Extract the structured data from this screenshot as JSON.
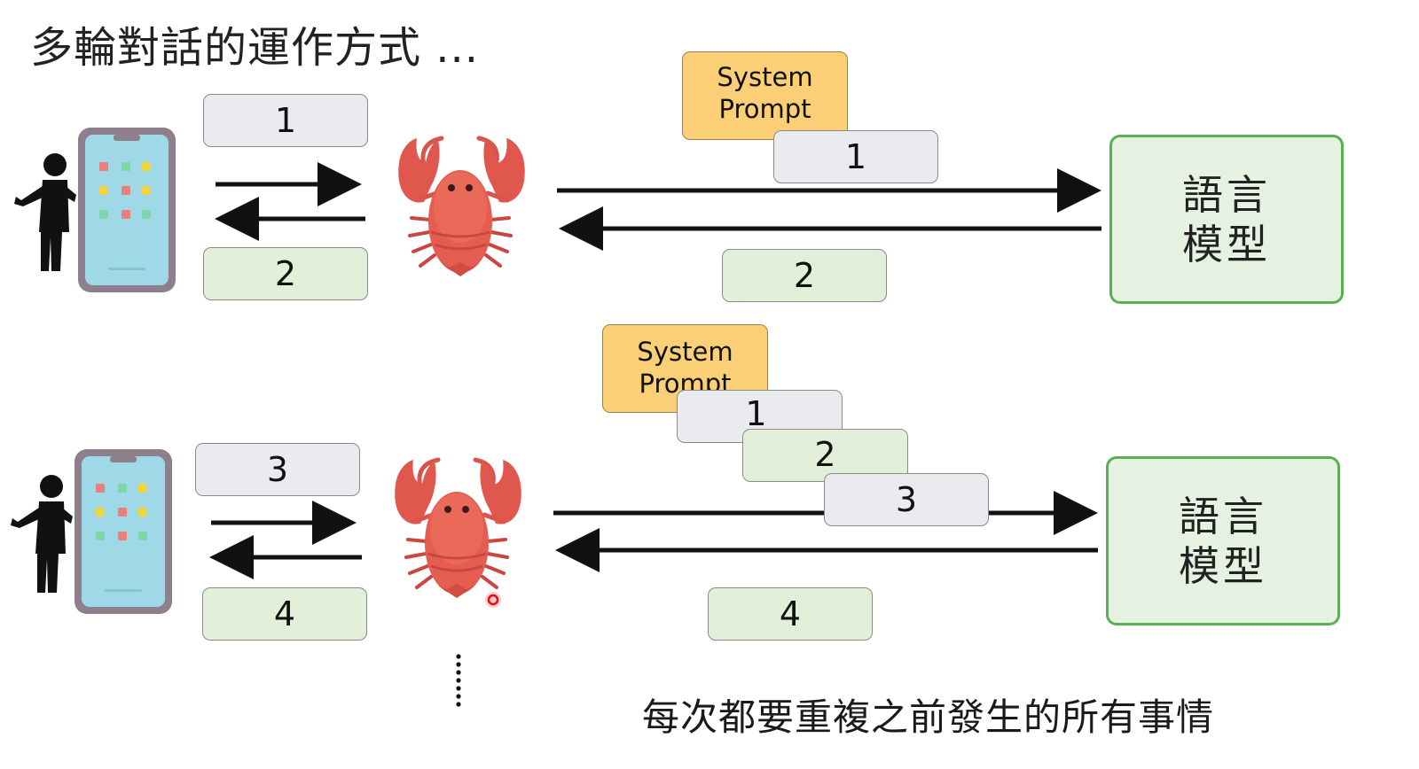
{
  "title": "多輪對話的運作方式 ...",
  "footer": "每次都要重複之前發生的所有事情",
  "system_prompt": {
    "line1": "System",
    "line2": "Prompt"
  },
  "llm_label": {
    "line1": "語言",
    "line2": "模型"
  },
  "panel1": {
    "user_msg": "1",
    "agent_reply": "2",
    "context_msg": "1",
    "model_reply": "2"
  },
  "panel2": {
    "user_msg": "3",
    "agent_reply": "4",
    "context_msgs": [
      "1",
      "2",
      "3"
    ],
    "model_reply": "4"
  },
  "colors": {
    "system_prompt": "#fbcf75",
    "user_message": "#eaebef",
    "reply_message": "#e2efd9",
    "llm_border": "#5cb054",
    "lobster": "#e0584d"
  },
  "icons": [
    "person-icon",
    "smartphone-icon",
    "lobster-icon",
    "laser-pointer-dot"
  ]
}
